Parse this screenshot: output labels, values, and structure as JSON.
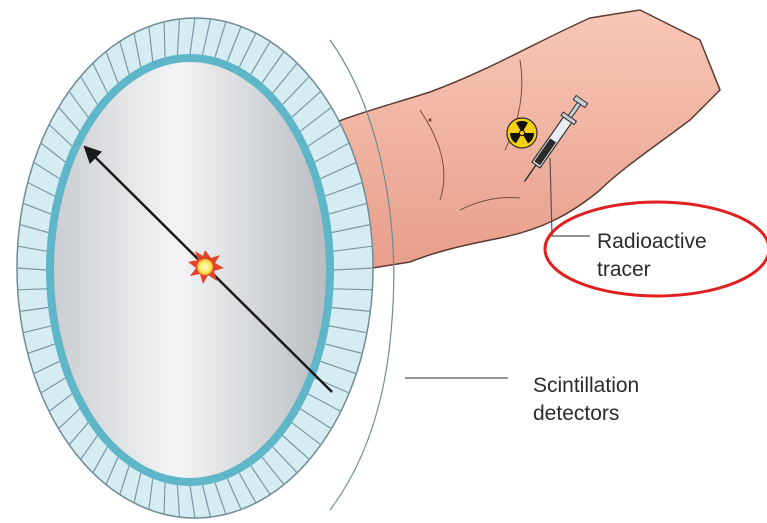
{
  "labels": {
    "tracer_line1": "Radioactive",
    "tracer_line2": "tracer",
    "detectors_line1": "Scintillation",
    "detectors_line2": "detectors"
  },
  "colors": {
    "skin": "#f4b7a5",
    "skin_outline": "#5a3b33",
    "ring_inner": "#5fb6c8",
    "detector_block": "#d6ecf3",
    "detector_block_shade": "#a9c7d1",
    "highlight_ellipse": "#e01f1f",
    "annihilation_glow": "#fff39a",
    "annihilation_burst": "#e2432b"
  },
  "icons": {
    "radiation_symbol": "radiation-trefoil-icon",
    "syringe": "syringe-icon"
  }
}
